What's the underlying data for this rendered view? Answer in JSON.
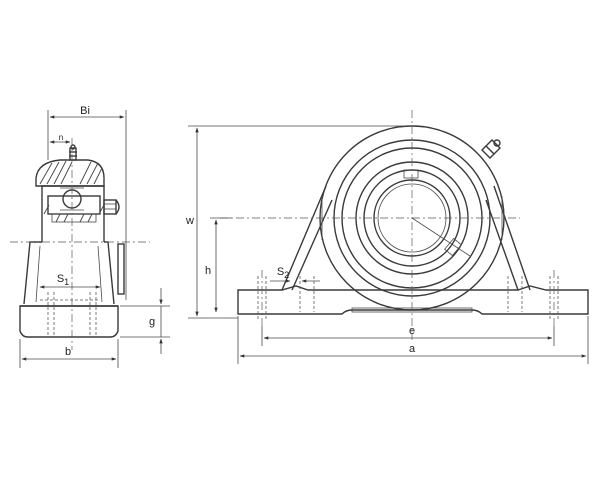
{
  "labels": {
    "Bi": "Bi",
    "n": "n",
    "S1_main": "S",
    "S1_sub": "1",
    "b": "b",
    "g": "g",
    "w": "w",
    "h": "h",
    "S2_main": "S",
    "S2_sub": "2",
    "e": "e",
    "a": "a"
  }
}
